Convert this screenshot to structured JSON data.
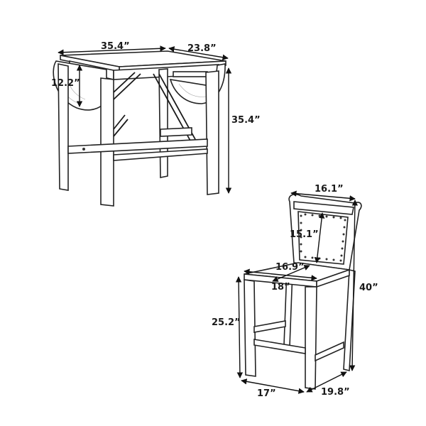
{
  "table": {
    "width_label": "35.4”",
    "depth_label": "23.8”",
    "leaf_label": "12.2”",
    "height_label": "35.4”"
  },
  "chair": {
    "back_width_label": "16.1”",
    "back_height_label": "15.1”",
    "seat_depth_label": "16.9”",
    "seat_width_label": "18”",
    "total_height_label": "40”",
    "seat_height_label": "25.2”",
    "base_width_label": "17”",
    "base_depth_label": "19.8”"
  }
}
